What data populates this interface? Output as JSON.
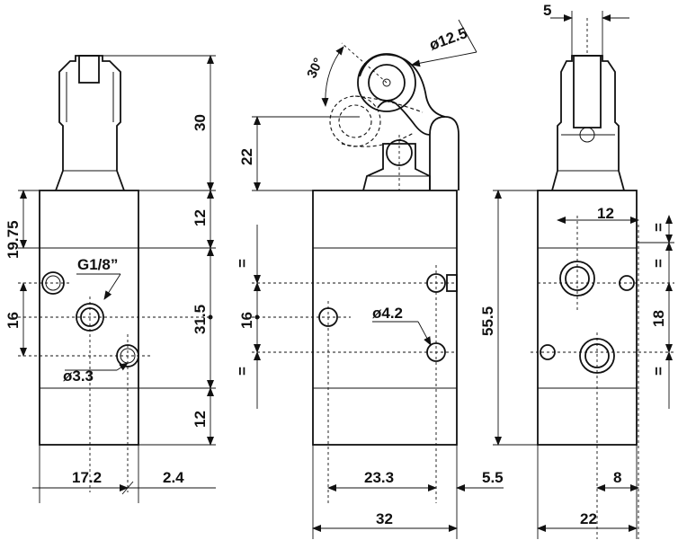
{
  "dimensions": {
    "top_5": "5",
    "roller_dia": "ø12.5",
    "angle_30": "30°",
    "h_30": "30",
    "h_22": "22",
    "h_12_top": "12",
    "h_19_75": "19.75",
    "h_16_left": "16",
    "h_31_5": "31.5",
    "h_12_bottom": "12",
    "h_16_mid": "16",
    "h_55_5": "55.5",
    "h_18": "18",
    "w_12": "12",
    "w_17_2": "17.2",
    "w_2_4": "2.4",
    "w_23_3": "23.3",
    "w_5_5": "5.5",
    "w_32": "32",
    "w_8": "8",
    "w_22": "22",
    "eq_1": "=",
    "eq_2": "=",
    "eq_3": "=",
    "eq_4": "=",
    "eq_5": "="
  },
  "callouts": {
    "port_thread": "G1/8”",
    "mount_hole": "ø3.3",
    "hole_dia": "ø4.2"
  }
}
